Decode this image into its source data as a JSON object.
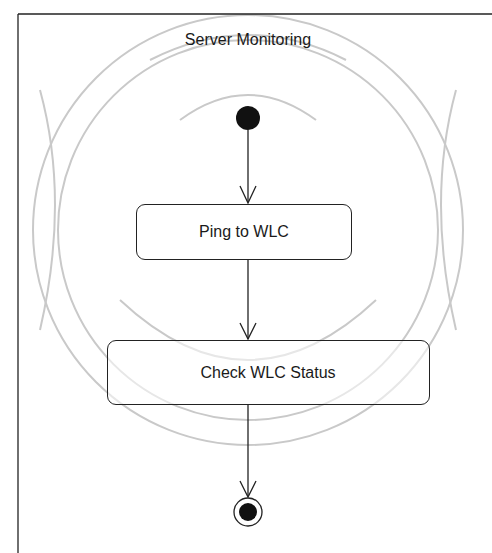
{
  "diagram": {
    "title": "Server Monitoring",
    "nodes": [
      {
        "text": [
          "Ping to WLC"
        ]
      },
      {
        "text": [
          "Check WLC Status"
        ]
      }
    ],
    "edges": [
      {
        "from": 0,
        "to": 1,
        "arrow": "to"
      }
    ]
  }
}
